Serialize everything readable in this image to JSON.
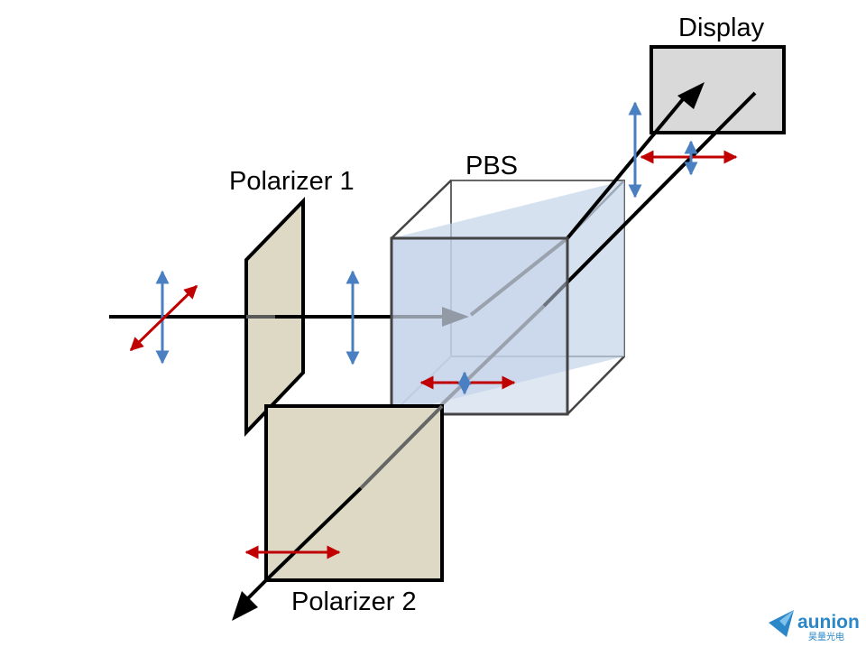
{
  "labels": {
    "display": "Display",
    "pbs": "PBS",
    "polarizer1": "Polarizer 1",
    "polarizer2": "Polarizer 2"
  },
  "logo": {
    "word": "aunion",
    "sub": "昊量光电"
  },
  "colors": {
    "beam": "#000000",
    "vertical_polarization": "#4a7fc1",
    "horizontal_polarization": "#c00000",
    "polarizer_fill": "#ddd9c4",
    "pbs_fill": "#c5d4ea",
    "display_fill": "#d9d9d9",
    "logo": "#2b87c7"
  }
}
